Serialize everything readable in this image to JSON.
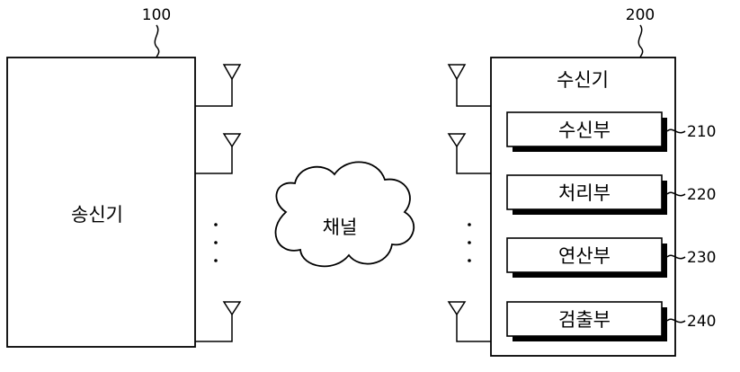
{
  "transmitter": {
    "ref": "100",
    "label": "송신기"
  },
  "channel": {
    "label": "채널"
  },
  "receiver": {
    "ref": "200",
    "label": "수신기",
    "units": [
      {
        "label": "수신부",
        "ref": "210"
      },
      {
        "label": "처리부",
        "ref": "220"
      },
      {
        "label": "연산부",
        "ref": "230"
      },
      {
        "label": "검출부",
        "ref": "240"
      }
    ]
  },
  "ellipsis": "·"
}
